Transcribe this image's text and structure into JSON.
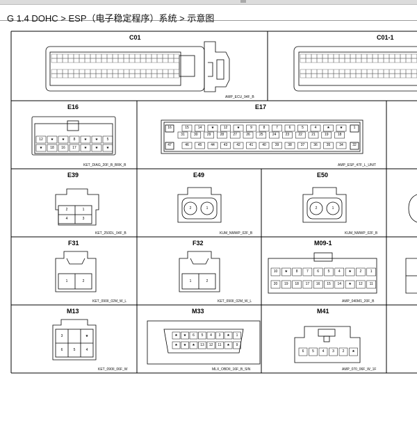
{
  "title": "G 1.4 DOHC > ESP（电子稳定程序）系统 > 示意图",
  "connectors": {
    "c01": {
      "name": "C01",
      "part": "AMP_ECU_94F_B"
    },
    "c01_1": {
      "name": "C01-1",
      "part": ""
    },
    "e16": {
      "name": "E16",
      "part": "KET_DIAG_20F_B_BRK_B",
      "row1": [
        "12",
        "★",
        "★",
        "8",
        "★",
        "★",
        "5"
      ],
      "row2": [
        "★",
        "18",
        "16",
        "17",
        "★",
        "★",
        "★"
      ]
    },
    "e17": {
      "name": "E17",
      "part": "AMP_ESP_47F_L_UNIT",
      "left_top": "16",
      "left_bottom": "47",
      "right_top": "1",
      "right_bottom": "32",
      "row1": [
        "15",
        "14",
        "★",
        "12",
        "★",
        "9",
        "8",
        "7",
        "6",
        "5",
        "4",
        "★",
        "★"
      ],
      "row2": [
        "31",
        "30",
        "29",
        "28",
        "27",
        "26",
        "25",
        "24",
        "23",
        "22",
        "21",
        "19",
        "18"
      ],
      "row3": [
        "46",
        "45",
        "44",
        "43",
        "42",
        "41",
        "40",
        "39",
        "38",
        "37",
        "36",
        "35",
        "34"
      ]
    },
    "e39": {
      "name": "E39",
      "part": "KET_250DL_04F_B",
      "pins": [
        "2",
        "1",
        "4",
        "3"
      ]
    },
    "e49": {
      "name": "E49",
      "part": "KUM_NMWP_02F_B",
      "pins": [
        "2",
        "1"
      ]
    },
    "e50": {
      "name": "E50",
      "part": "KUM_NMWP_02F_B",
      "pins": [
        "2",
        "1"
      ]
    },
    "f31": {
      "name": "F31",
      "part": "KET_090II_02M_W_L",
      "pins": [
        "1",
        "2"
      ]
    },
    "f32": {
      "name": "F32",
      "part": "KET_090II_02M_W_L",
      "pins": [
        "1",
        "2"
      ]
    },
    "m09_1": {
      "name": "M09-1",
      "part": "AMP_040M1_20F_B",
      "row1": [
        "10",
        "★",
        "8",
        "7",
        "6",
        "5",
        "4",
        "★",
        "2",
        "1"
      ],
      "row2": [
        "20",
        "19",
        "18",
        "17",
        "16",
        "15",
        "14",
        "★",
        "12",
        "11"
      ]
    },
    "m13": {
      "name": "M13",
      "part": "KET_090II_06F_W",
      "row1": [
        "3",
        "",
        "★"
      ],
      "row2": [
        "6",
        "5",
        "4"
      ]
    },
    "m33": {
      "name": "M33",
      "part": "MLX_OBDII_16F_B_SIN",
      "row1": [
        "★",
        "★",
        "6",
        "5",
        "4",
        "3",
        "★",
        "1"
      ],
      "row2": [
        "★",
        "★",
        "★",
        "13",
        "12",
        "11",
        "★",
        "9"
      ]
    },
    "m41": {
      "name": "M41",
      "part": "AMP_070_06F_W_1F",
      "pins": [
        "6",
        "5",
        "4",
        "3",
        "2",
        "★"
      ]
    }
  }
}
